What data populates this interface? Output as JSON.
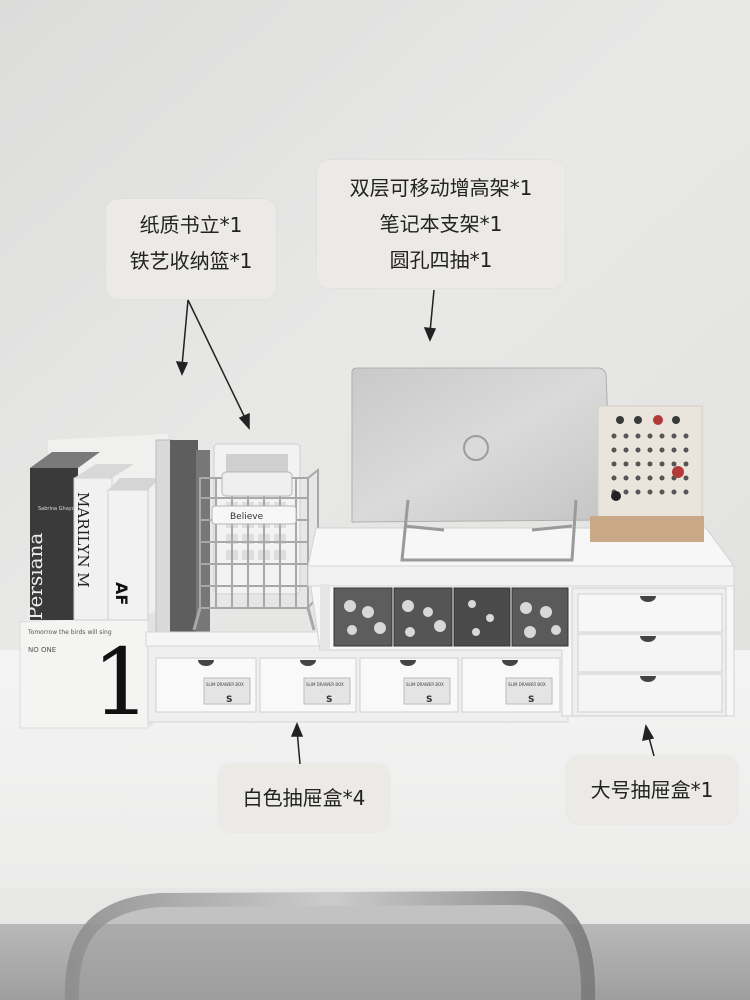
{
  "labels": {
    "book_stand": [
      "纸质书立*1",
      "铁艺收纳篮*1"
    ],
    "riser": [
      "双层可移动增高架*1",
      "笔记本支架*1",
      "圆孔四抽*1"
    ],
    "white_drawers": "白色抽屉盒*4",
    "large_drawer": "大号抽屉盒*1"
  },
  "book_spines": [
    "Persiana",
    "MARILYN M",
    "AF"
  ],
  "book_small": [
    "Sabrina Ghayour",
    "Tomorrow the birds will sing",
    "NO ONE"
  ],
  "stand_number": "1",
  "clip_label": "Believe",
  "drawer_tag": [
    "SLIM DRAWER BOX",
    "S"
  ],
  "colors": {
    "wall": "#e4e4e2",
    "desk": "#f3f3f3",
    "label_bg": "#eceae7"
  }
}
